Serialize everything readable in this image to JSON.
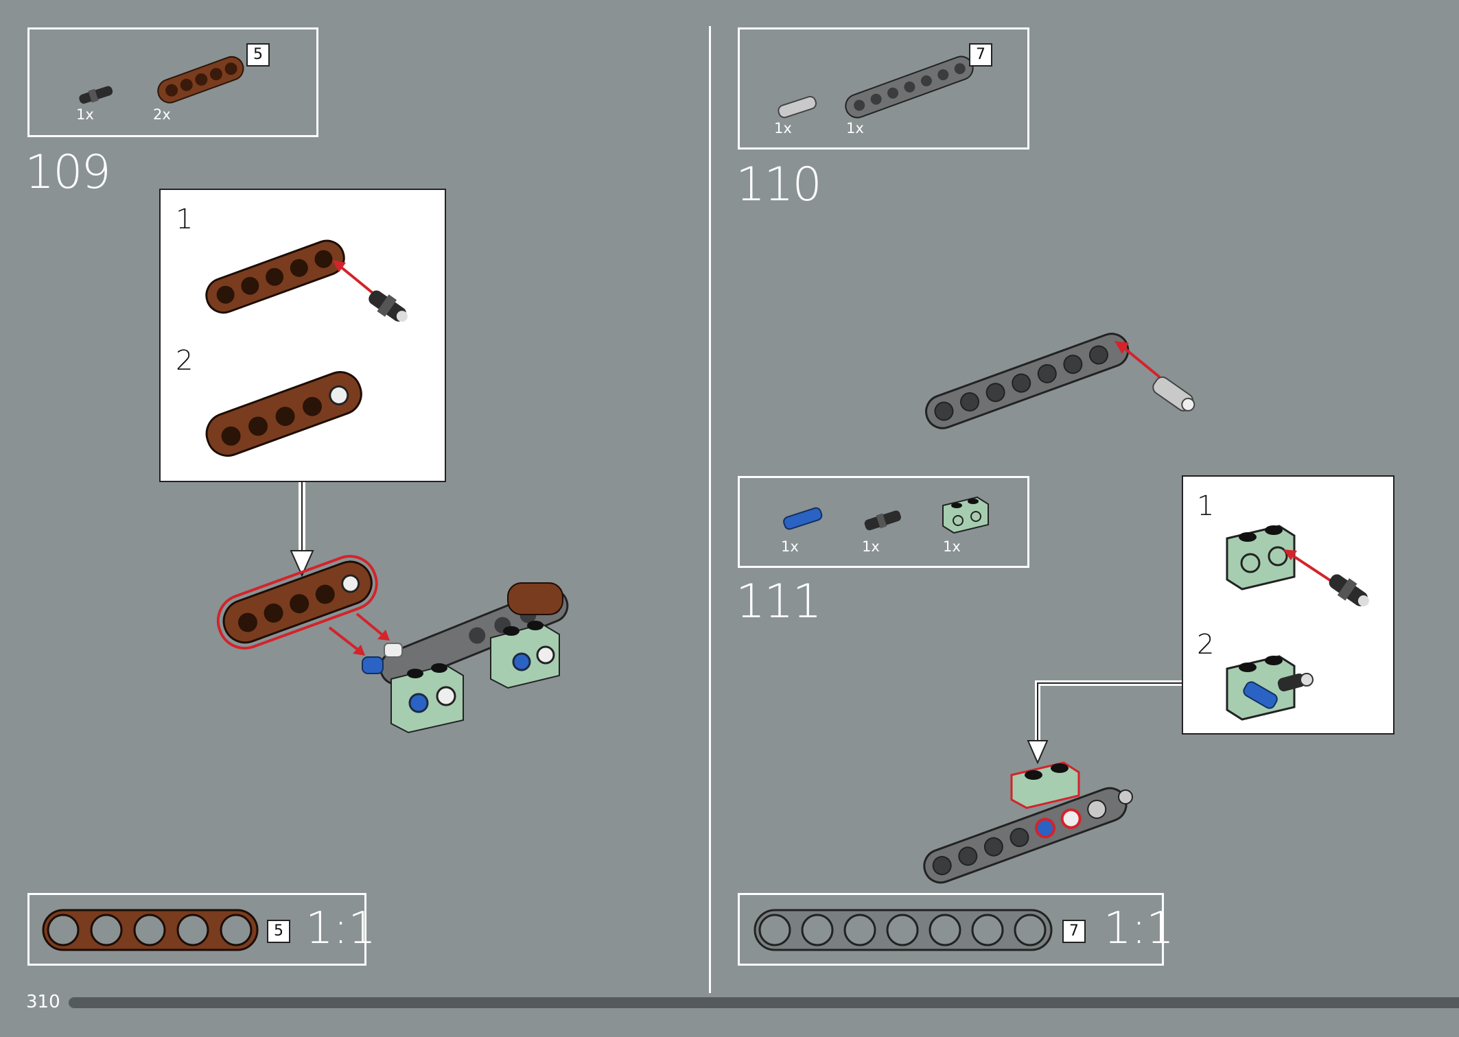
{
  "page": {
    "number": "310"
  },
  "steps": [
    {
      "number": "109",
      "parts": [
        {
          "name": "pin-black",
          "qty": "1x"
        },
        {
          "name": "beam-5-brown",
          "qty": "2x",
          "length": "5"
        }
      ],
      "substeps": [
        "1",
        "2"
      ],
      "scale": {
        "length": "5",
        "ratio": "1:1"
      }
    },
    {
      "number": "110",
      "parts": [
        {
          "name": "pin-gray",
          "qty": "1x"
        },
        {
          "name": "beam-7-gray",
          "qty": "1x",
          "length": "7"
        }
      ],
      "scale": {
        "length": "7",
        "ratio": "1:1"
      }
    },
    {
      "number": "111",
      "parts": [
        {
          "name": "axle-pin-blue",
          "qty": "1x"
        },
        {
          "name": "pin-black",
          "qty": "1x"
        },
        {
          "name": "brick-2-green",
          "qty": "1x"
        }
      ],
      "substeps": [
        "1",
        "2"
      ]
    }
  ],
  "colors": {
    "background": "#8a9294",
    "brown": "#7a3c1e",
    "gray_beam": "#6f7173",
    "green": "#a6cdb0",
    "blue": "#2a63c4",
    "arrow_red": "#d4232a"
  }
}
